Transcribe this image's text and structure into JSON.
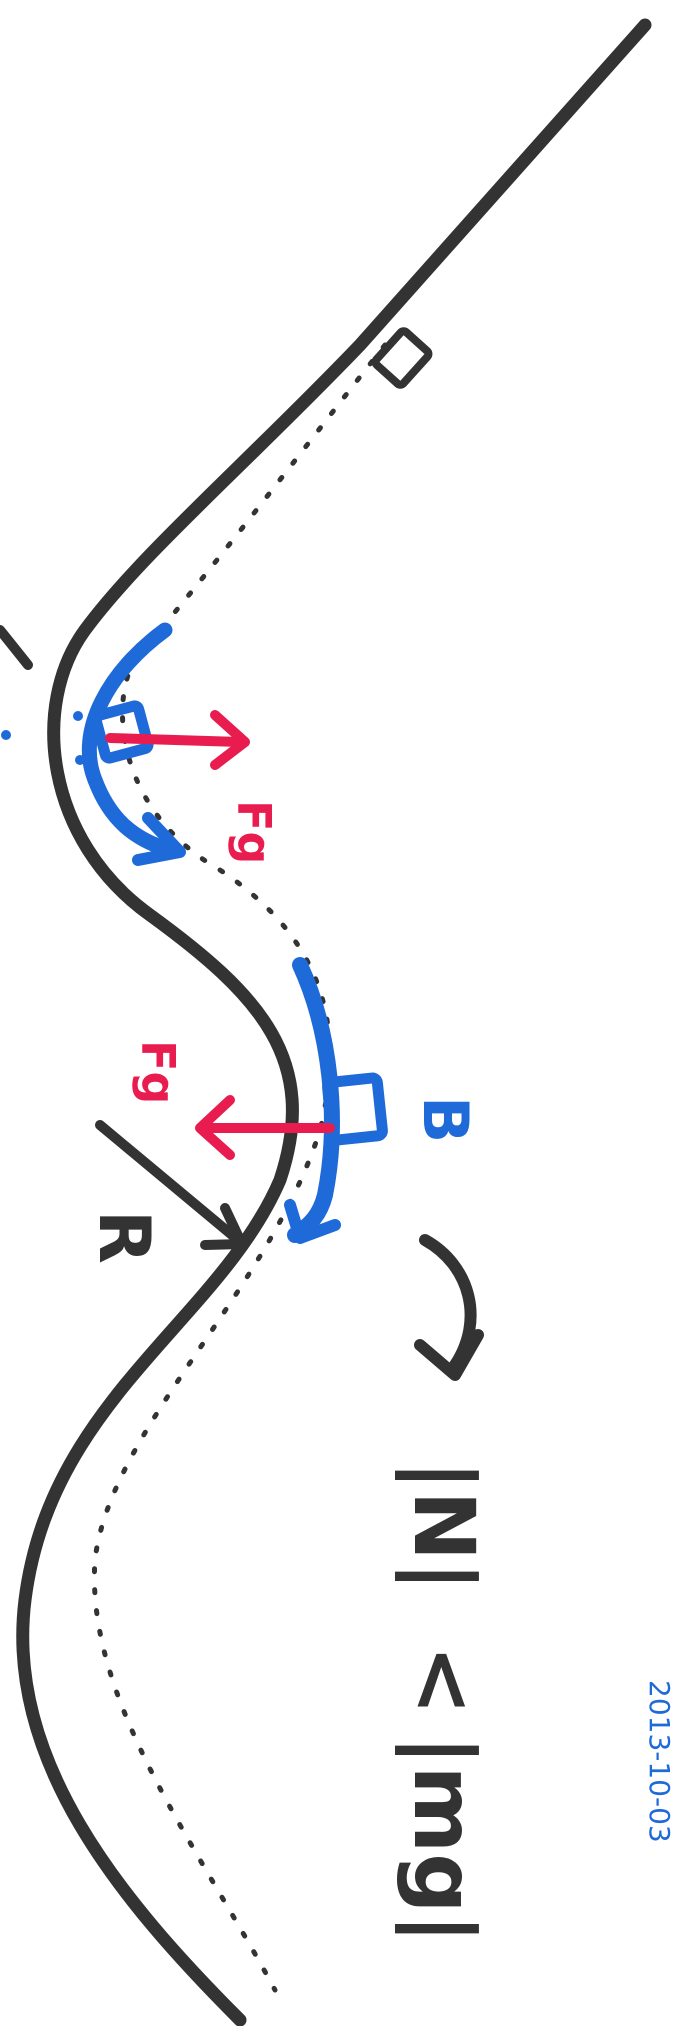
{
  "labels": {
    "point_b": "B",
    "radius": "R",
    "date": "2013-10-03"
  },
  "colors": {
    "track": "#333333",
    "cart": "#1e6ad8",
    "force": "#e81c4f",
    "background": "#ffffff"
  },
  "icons": {
    "velocity": "arrow-icon",
    "gravity": "arrow-icon",
    "implication": "curved-arrow-icon"
  }
}
